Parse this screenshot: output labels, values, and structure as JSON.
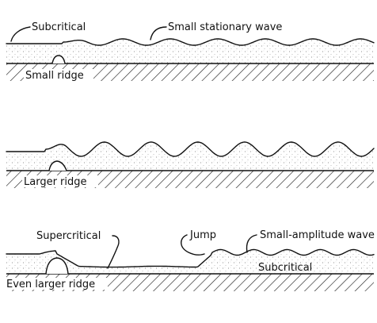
{
  "panels": [
    {
      "ridge_label": "Small ridge",
      "annotations": [
        {
          "text": "Subcritical"
        },
        {
          "text": "Small stationary wave"
        }
      ]
    },
    {
      "ridge_label": "Larger ridge",
      "annotations": []
    },
    {
      "ridge_label": "Even larger ridge",
      "annotations": [
        {
          "text": "Supercritical"
        },
        {
          "text": "Jump"
        },
        {
          "text": "Small-amplitude wave"
        },
        {
          "text": "Subcritical"
        }
      ]
    }
  ]
}
